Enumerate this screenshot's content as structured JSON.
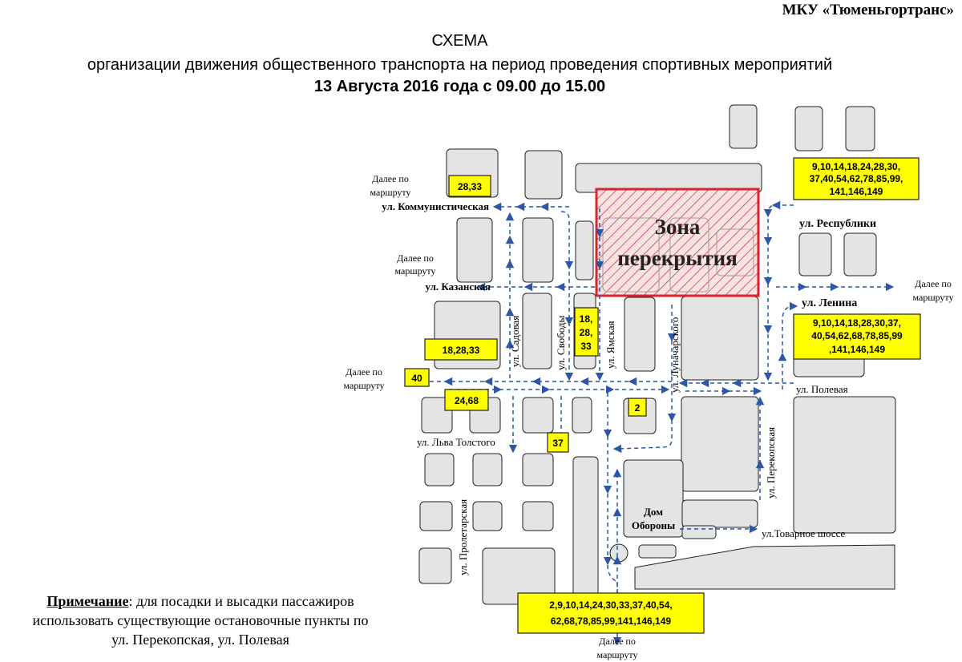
{
  "header": {
    "organization": "МКУ «Тюменьгортранс»",
    "title": "СХЕМА",
    "subtitle": "организации движения общественного транспорта на период проведения спортивных мероприятий",
    "date_line": "13 Августа 2016 года с 09.00 до 15.00"
  },
  "note": {
    "title": "Примечание",
    "line1": ":  для посадки и высадки   пассажиров",
    "line2": "использовать существующие остановочные пункты по",
    "line3": "ул. Перекопская, ул. Полевая"
  },
  "closure_zone": {
    "line1": "Зона",
    "line2": "перекрытия"
  },
  "streets": {
    "kommunisticheskaya": "ул. Коммунистическая",
    "kazanskaya": "ул. Казанская",
    "sadovaya": "ул. Садовая",
    "svobody": "ул. Свободы",
    "yamskaya": "ул. Ямская",
    "lunacharskogo": "ул. Луначарского",
    "respubliki": "ул. Республики",
    "lenina": "ул. Ленина",
    "polevaya": "ул. Полевая",
    "perekopskaya": "ул. Перекопская",
    "lva_tolstogo": "ул. Льва Толстого",
    "proletarskaya": "ул. Пролетарская",
    "tovarnoe_shosse": "ул.Товарное шоссе"
  },
  "landmark": {
    "line1": "Дом",
    "line2": "Обороны"
  },
  "further": {
    "kommun_line1": "Далее по",
    "kommun_line2": "маршруту",
    "kazan_line1": "Далее по",
    "kazan_line2": "маршруту",
    "west_line1": "Далее по",
    "west_line2": "маршруту",
    "east_line1": "Далее по",
    "east_line2": "маршруту",
    "south_line1": "Далее по",
    "south_line2": "маршруту"
  },
  "route_labels": {
    "r_28_33": "28,33",
    "r_18_28_33": "18,28,33",
    "r_40": "40",
    "r_24_68": "24,68",
    "r_37": "37",
    "r_2": "2",
    "r_col_1": "18,",
    "r_col_2": "28,",
    "r_col_3": "33",
    "respubliki_1": "9,10,14,18,24,28,30,",
    "respubliki_2": "37,40,54,62,78,85,99,",
    "respubliki_3": "141,146,149",
    "lenina_1": "9,10,14,18,28,30,37,",
    "lenina_2": "40,54,62,68,78,85,99",
    "lenina_3": ",141,146,149",
    "bottom_1": "2,9,10,14,24,30,33,37,40,54,",
    "bottom_2": "62,68,78,85,99,141,146,149"
  },
  "colors": {
    "block_fill": "#e4e4e4",
    "block_stroke": "#222222",
    "route_box": "#ffff00",
    "closure_red": "#d9252b",
    "arrow_blue": "#2c56a6"
  }
}
